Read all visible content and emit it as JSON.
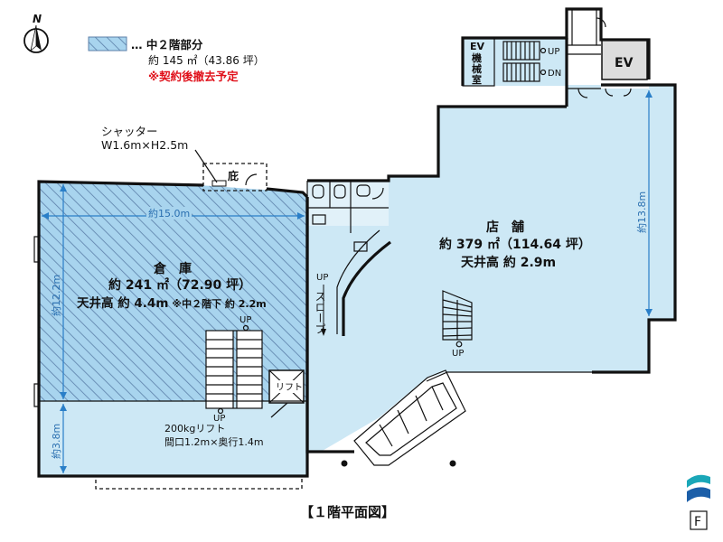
{
  "compass": {
    "north_label": "N",
    "icon": "north-arrow-icon"
  },
  "legend": {
    "swatch_color": "#a8d4ee",
    "title": "… 中２階部分",
    "area": "約 145 ㎡（43.86 坪）",
    "note": "※契約後撤去予定",
    "note_color": "#e0101a"
  },
  "colors": {
    "floor": "#cde8f5",
    "hatch": "#5b7fa8",
    "dimension": "#2a7fc8"
  },
  "shutter": {
    "label": "シャッター",
    "size": "W1.6m×H2.5m"
  },
  "yard": {
    "label": "庇"
  },
  "ev_room": {
    "label_line1": "EV",
    "label_line2": "機",
    "label_line3": "械",
    "label_line4": "室"
  },
  "ev": {
    "label": "EV"
  },
  "stairs_top": {
    "up": "UP",
    "dn": "DN"
  },
  "warehouse": {
    "name": "倉　庫",
    "area": "約 241 ㎡（72.90 坪）",
    "ceiling": "天井高 約 4.4m",
    "ceiling_note": "※中２階下 約 2.2m",
    "width": "約15.0m",
    "depth_main": "約12.2m",
    "depth_lower": "約3.8m",
    "stair_up": "UP",
    "stair_up2": "UP",
    "lift_label": "リフト",
    "lift_spec1": "200kgリフト",
    "lift_spec2": "間口1.2m×奥行1.4m"
  },
  "slope": {
    "up": "UP",
    "label": "スロープ"
  },
  "store": {
    "name": "店　舗",
    "area": "約 379 ㎡（114.64 坪）",
    "ceiling": "天井高 約 2.9m",
    "depth": "約13.8m",
    "stair_up": "UP"
  },
  "title": "【１階平面図】",
  "brand": {
    "icon": "company-logo-icon",
    "badge": "F"
  }
}
